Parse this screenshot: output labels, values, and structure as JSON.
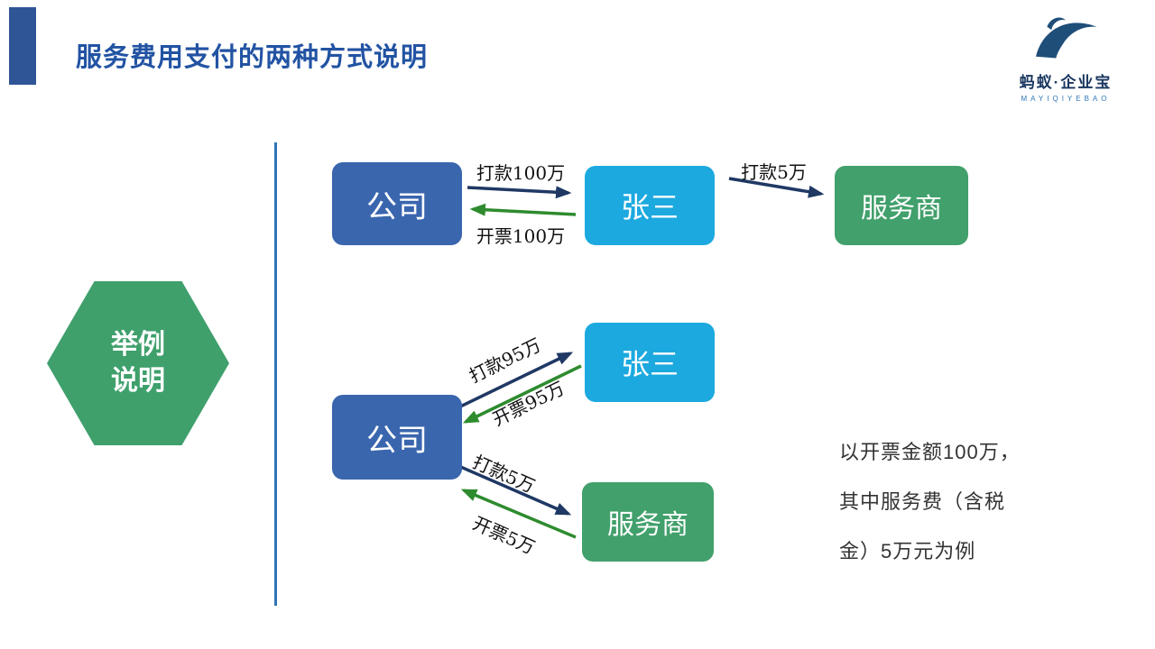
{
  "header": {
    "title": "服务费用支付的两种方式说明",
    "logo": {
      "name": "蚂蚁·企业宝",
      "subtitle": "MAYIQIYEBAO"
    }
  },
  "hexagon": {
    "line1": "举例",
    "line2": "说明"
  },
  "flow_top": {
    "company": "公司",
    "zhangsan": "张三",
    "provider": "服务商",
    "pay_label": "打款100万",
    "invoice_label": "开票100万",
    "pay_provider_label": "打款5万"
  },
  "flow_bottom": {
    "company": "公司",
    "zhangsan": "张三",
    "provider": "服务商",
    "pay_zhangsan_label": "打款95万",
    "invoice_zhangsan_label": "开票95万",
    "pay_provider_label": "打款5万",
    "invoice_provider_label": "开票5万"
  },
  "note": {
    "lines": [
      "以开票金额100万，",
      "其中服务费（含税",
      "金）5万元为例"
    ]
  },
  "colors": {
    "title_blue": "#2253A3",
    "box_blue": "#3A66AE",
    "box_cyan": "#1CA9DF",
    "box_green": "#41A06B",
    "arrow_blue": "#1F3864",
    "arrow_green": "#2E8B2E",
    "divider_blue": "#2E74B5",
    "accent_bar": "#2F5597"
  }
}
